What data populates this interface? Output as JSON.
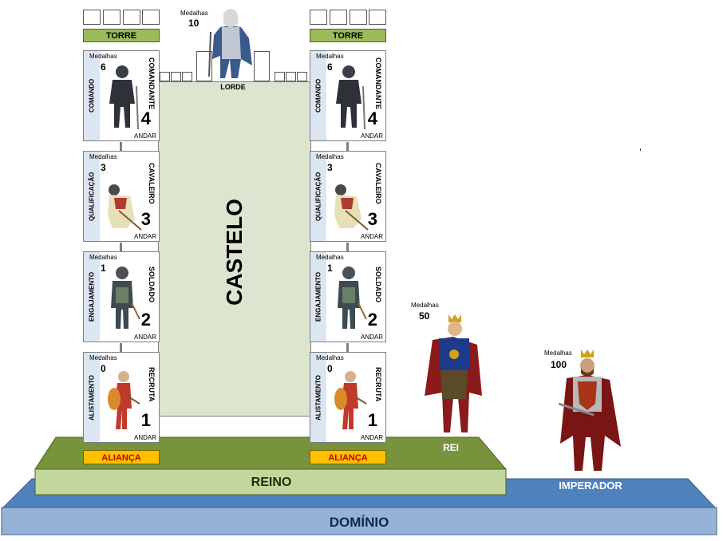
{
  "labels": {
    "dominio": "DOMÍNIO",
    "imperador": "IMPERADOR",
    "reino": "REINO",
    "rei": "REI",
    "castelo": "CASTELO",
    "lorde": "LORDE",
    "torre": "TORRE",
    "alianca": "ALIANÇA"
  },
  "medal_label": "Medalhas",
  "floor_label": "ANDAR",
  "lorde": {
    "medals": "10"
  },
  "rei": {
    "medals": "50"
  },
  "imperador": {
    "medals": "100"
  },
  "floors": [
    {
      "number": "4",
      "rank": "COMANDANTE",
      "skill": "COMANDO",
      "medals": "6"
    },
    {
      "number": "3",
      "rank": "CAVALEIRO",
      "skill": "QUALIFICAÇÃO",
      "medals": "3"
    },
    {
      "number": "2",
      "rank": "SOLDADO",
      "skill": "ENGAJAMENTO",
      "medals": "1"
    },
    {
      "number": "1",
      "rank": "RECRUTA",
      "skill": "ALISTAMENTO",
      "medals": "0"
    }
  ],
  "colors": {
    "dominio_top": "#4f81bd",
    "dominio_front": "#95b3d7",
    "reino_top": "#77933c",
    "reino_front": "#c3d69b",
    "castelo": "#dde4d0",
    "torre_label": "#9bbb59",
    "alianca": "#ffc000",
    "strip": "#dce6f2"
  }
}
